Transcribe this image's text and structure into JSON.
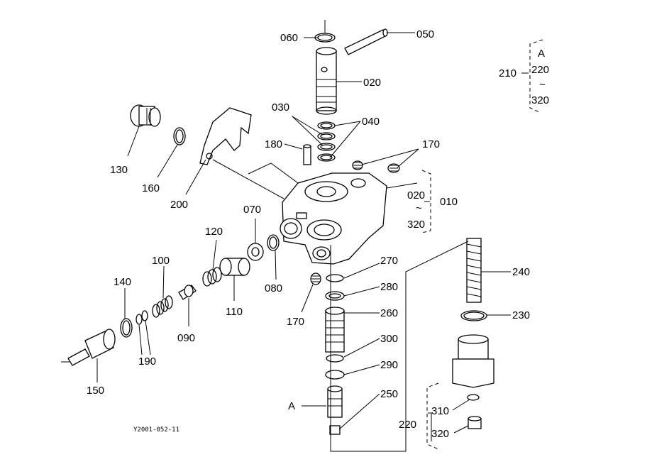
{
  "diagram": {
    "image_code": "Y2001-052-11",
    "callouts": {
      "p010": "010",
      "p020": "020",
      "p030": "030",
      "p040": "040",
      "p050": "050",
      "p060": "060",
      "p070": "070",
      "p080": "080",
      "p090": "090",
      "p100": "100",
      "p110": "110",
      "p120": "120",
      "p130": "130",
      "p140": "140",
      "p150": "150",
      "p160": "160",
      "p170a": "170",
      "p170b": "170",
      "p180": "180",
      "p190": "190",
      "p200": "200",
      "p210": "210",
      "p220": "220",
      "p230": "230",
      "p240": "240",
      "p250": "250",
      "p260": "260",
      "p270": "270",
      "p280": "280",
      "p290": "290",
      "p300": "300",
      "p310": "310",
      "p320": "320"
    },
    "range_210": {
      "top": "A",
      "from": "220",
      "tilde": "~",
      "to": "320"
    },
    "range_010": {
      "from": "020",
      "tilde": "~",
      "to": "320"
    },
    "ref_A": "A"
  }
}
